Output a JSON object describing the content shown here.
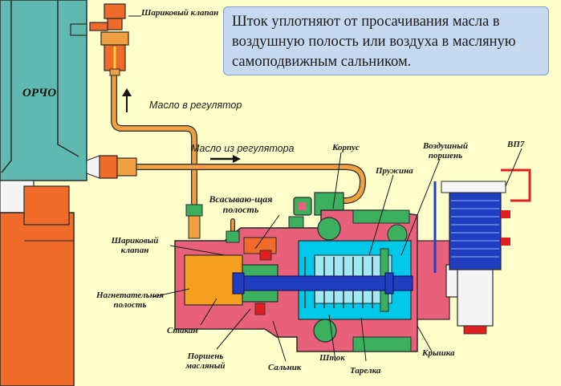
{
  "note": "Шток уплотняют от просачивания масла в воздушную полость или воздуха в масляную самоподвижным сальником.",
  "labels": {
    "orcho": "ОРЧО",
    "ball_valve_top": "Шариковый клапан",
    "oil_to_regulator": "Масло в регулятор",
    "oil_from_regulator": "Масло из регулятора",
    "korpus": "Корпус",
    "air_piston": "Воздушный поршень",
    "vp7": "ВП7",
    "spring": "Пружина",
    "suction_cavity": "Всасываю-щая полость",
    "ball_valve_left": "Шариковый клапан",
    "discharge_cavity": "Нагнетательная полость",
    "stakan": "Стакан",
    "oil_piston": "Поршень масляный",
    "salnik": "Сальник",
    "shtok": "Шток",
    "tarelka": "Тарелка",
    "kryshka": "Крышка"
  },
  "colors": {
    "background": "#ffffcc",
    "teal_block": "#5fb9b0",
    "orange_block": "#f06a2a",
    "pipe": "#f0a040",
    "body_pink": "#e8607a",
    "cyan": "#00c8e8",
    "fitting_green": "#3db060",
    "oil_orange": "#f7a020",
    "rod_blue": "#1f3fc0"
  }
}
